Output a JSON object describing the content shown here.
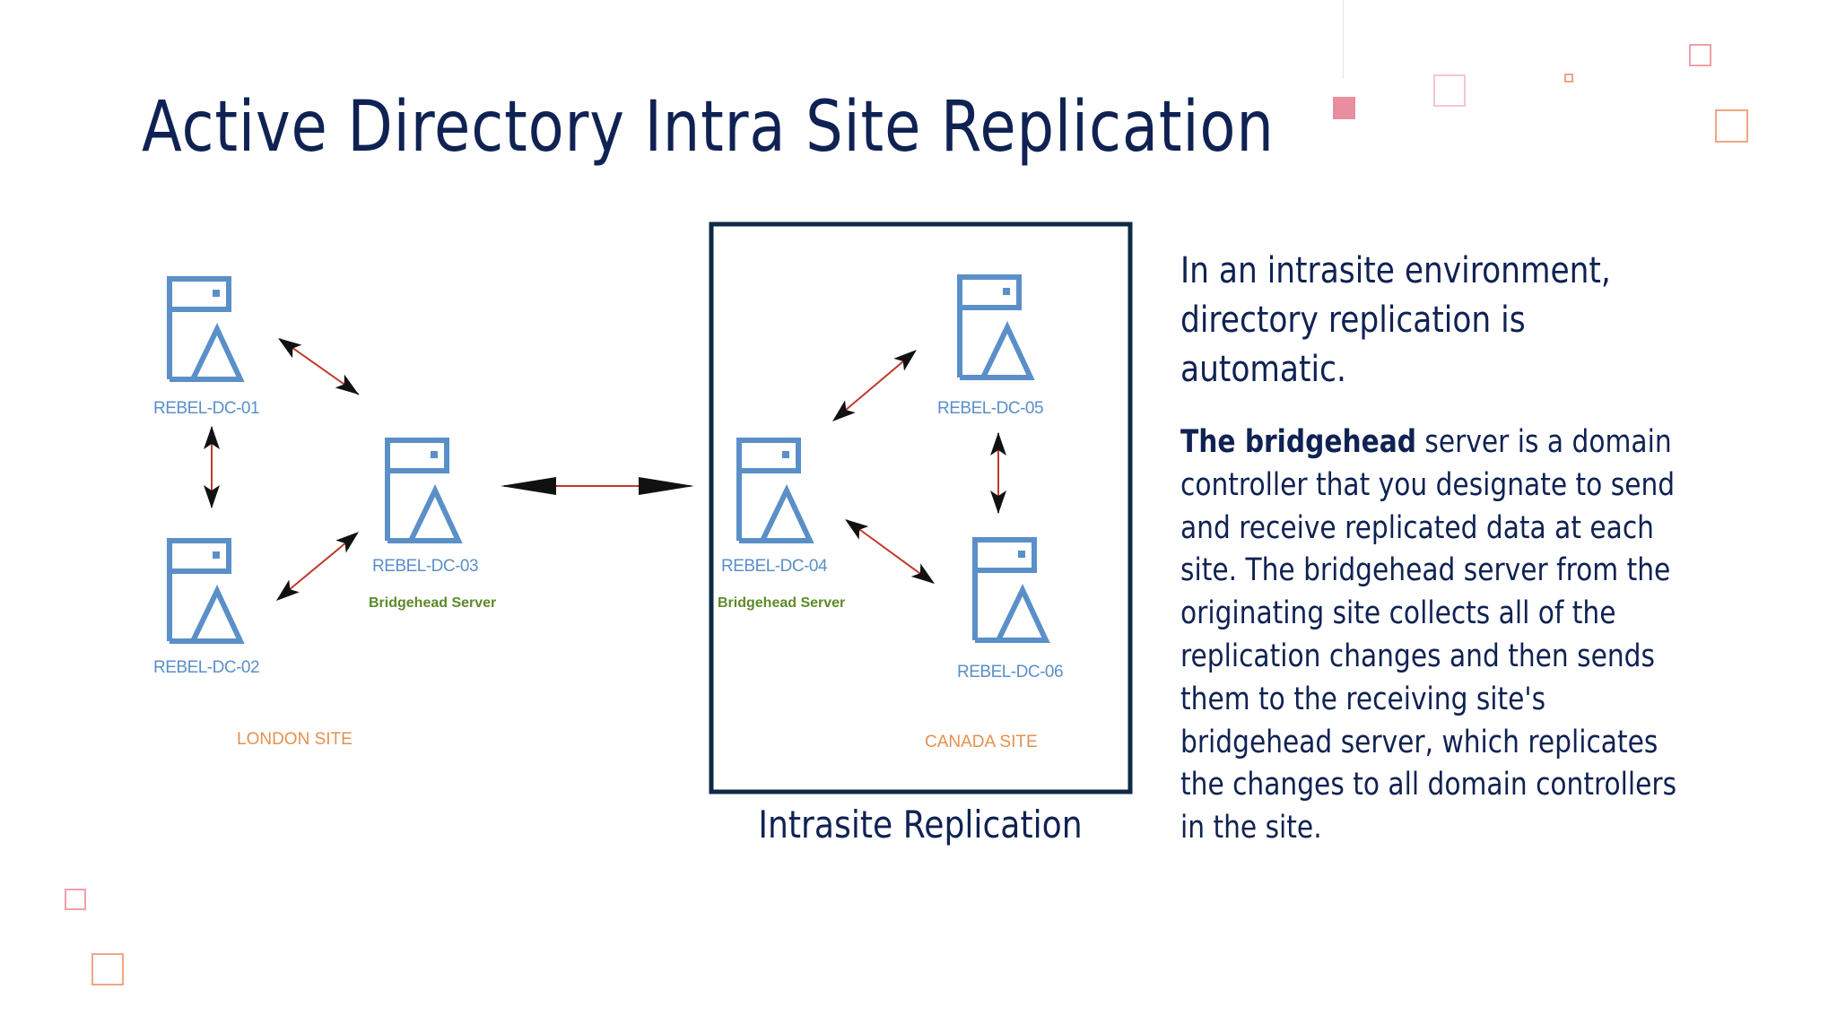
{
  "slide": {
    "title": "Active Directory Intra Site Replication"
  },
  "diagram": {
    "servers": [
      {
        "id": "dc01",
        "name": "REBEL-DC-01",
        "role": ""
      },
      {
        "id": "dc02",
        "name": "REBEL-DC-02",
        "role": ""
      },
      {
        "id": "dc03",
        "name": "REBEL-DC-03",
        "role": "Bridgehead Server"
      },
      {
        "id": "dc04",
        "name": "REBEL-DC-04",
        "role": "Bridgehead Server"
      },
      {
        "id": "dc05",
        "name": "REBEL-DC-05",
        "role": ""
      },
      {
        "id": "dc06",
        "name": "REBEL-DC-06",
        "role": ""
      }
    ],
    "sites": [
      {
        "name": "LONDON SITE"
      },
      {
        "name": "CANADA SITE"
      }
    ],
    "caption": "Intrasite Replication"
  },
  "text": {
    "intro": "In an intrasite environment, directory replication is automatic.",
    "bold_lead": "The bridgehead",
    "body": " server is a domain controller that you designate to send and receive replicated data at each site. The bridgehead server from the originating site collects all of the replication changes and then sends them to the receiving site's bridgehead server, which replicates the changes to all domain controllers in the site."
  },
  "colors": {
    "title": "#0f2253",
    "server_icon": "#5b8fc8",
    "site_label": "#e39150",
    "bridgehead_label": "#5d8a2a",
    "arrow_shaft": "#c0392b",
    "frame": "#0f2a44",
    "deco_pink": "#e98da0",
    "deco_orange": "#f0a685"
  }
}
